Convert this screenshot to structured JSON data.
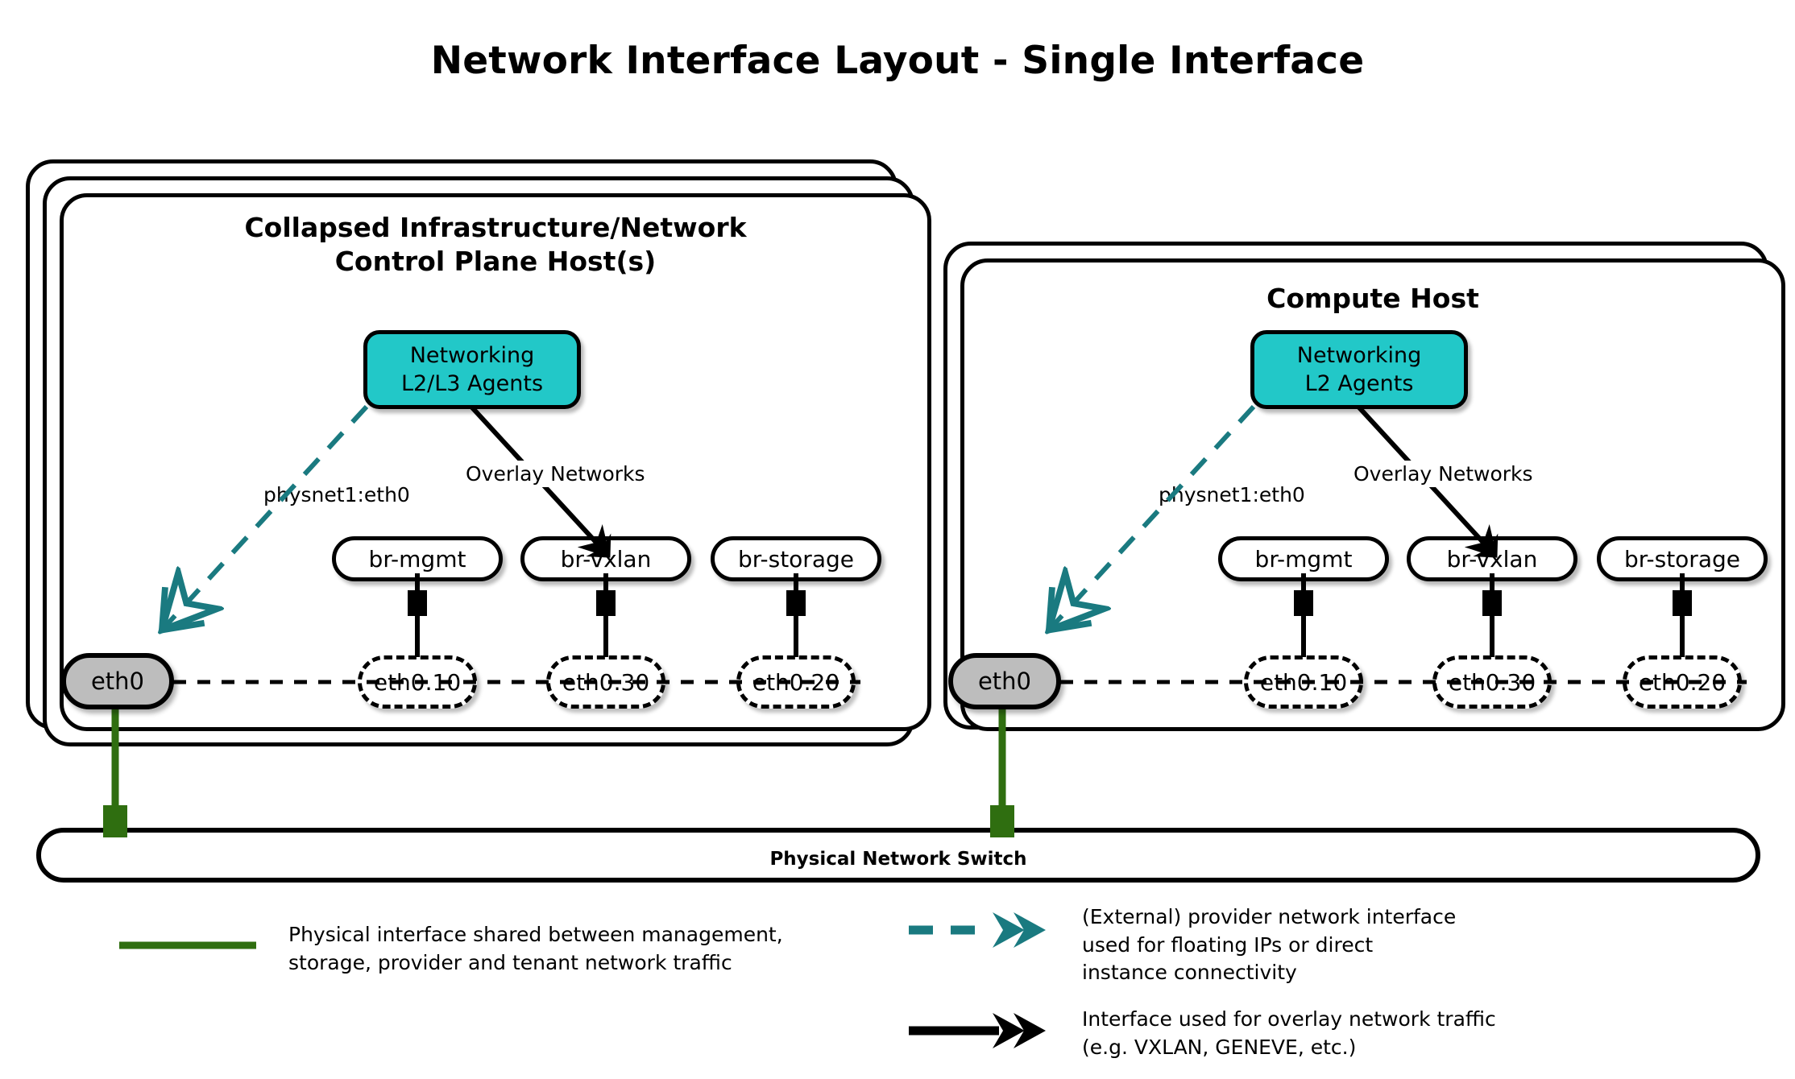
{
  "title": "Network Interface Layout - Single Interface",
  "colors": {
    "agent_fill": "#22c8c8",
    "nic_fill": "#bdbdbd",
    "provider_teal": "#1a7a80",
    "physical_green": "#2f6e10",
    "stroke": "#000000"
  },
  "hosts": [
    {
      "id": "control",
      "title_line1": "Collapsed Infrastructure/Network",
      "title_line2": "Control Plane Host(s)",
      "stack_count": 3,
      "agent_line1": "Networking",
      "agent_line2": "L2/L3 Agents",
      "provider_label": "physnet1:eth0",
      "overlay_label": "Overlay Networks",
      "nic": "eth0",
      "bridges": [
        {
          "bridge": "br-mgmt",
          "vlan": "eth0.10"
        },
        {
          "bridge": "br-vxlan",
          "vlan": "eth0.30"
        },
        {
          "bridge": "br-storage",
          "vlan": "eth0.20"
        }
      ]
    },
    {
      "id": "compute",
      "title_line1": "Compute Host",
      "title_line2": "",
      "stack_count": 2,
      "agent_line1": "Networking",
      "agent_line2": "L2 Agents",
      "provider_label": "physnet1:eth0",
      "overlay_label": "Overlay Networks",
      "nic": "eth0",
      "bridges": [
        {
          "bridge": "br-mgmt",
          "vlan": "eth0.10"
        },
        {
          "bridge": "br-vxlan",
          "vlan": "eth0.30"
        },
        {
          "bridge": "br-storage",
          "vlan": "eth0.20"
        }
      ]
    }
  ],
  "switch": {
    "label": "Physical Network Switch"
  },
  "legend": {
    "physical": "Physical interface shared between management,\nstorage, provider and tenant network traffic",
    "provider": "(External) provider network interface\nused for floating IPs or direct\ninstance connectivity",
    "overlay": "Interface used for overlay network traffic\n(e.g. VXLAN, GENEVE, etc.)"
  }
}
